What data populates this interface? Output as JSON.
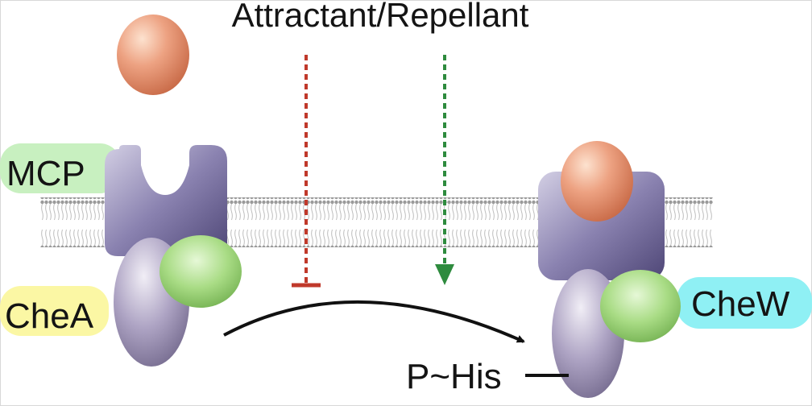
{
  "diagram": {
    "title": "Attractant/Repellant",
    "labels": {
      "mcp": "MCP",
      "chea": "CheA",
      "chew": "CheW",
      "phos": "P~His"
    },
    "colors": {
      "ligand": "#e8946e",
      "receptor": "#7a719e",
      "chea": "#9a8fb0",
      "chew": "#9ed67f",
      "mcp_bg": "#c8f0c0",
      "chea_bg": "#fbf7a4",
      "chew_bg": "#8ff0f4",
      "inhibit": "#c0392b",
      "activate": "#2e8b3e"
    }
  }
}
